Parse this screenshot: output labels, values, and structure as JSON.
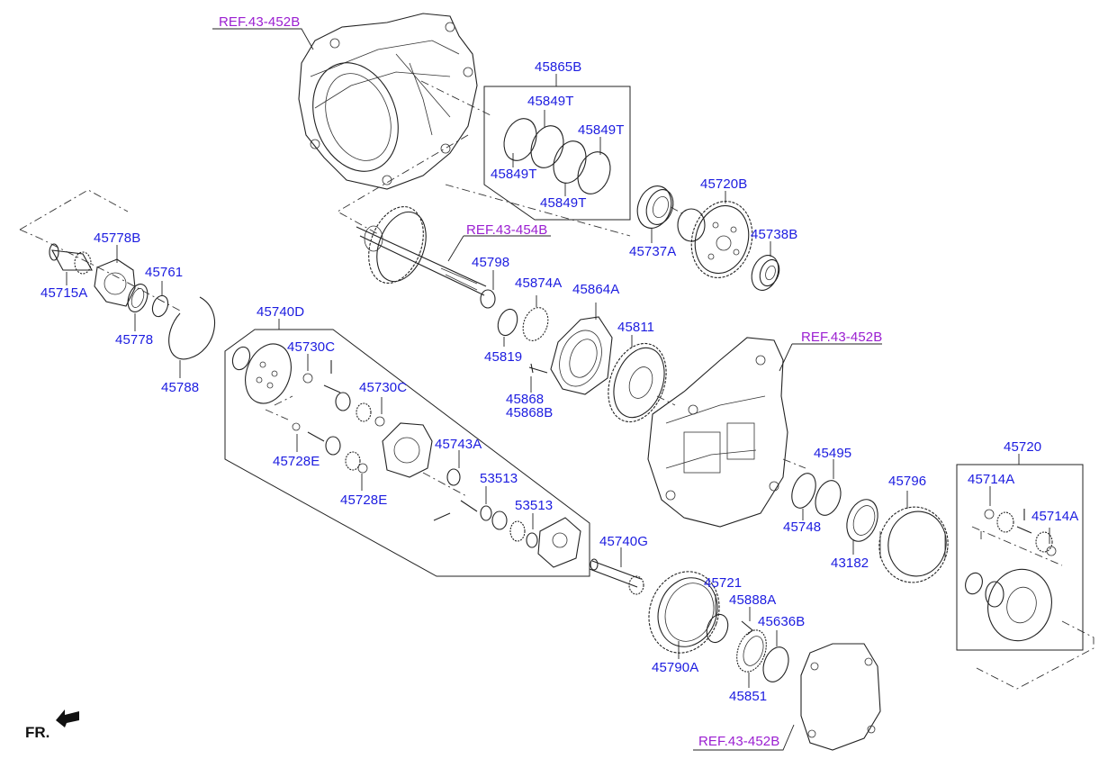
{
  "labels": {
    "ref_top": "REF.43-452B",
    "p45865B": "45865B",
    "p45849T_a": "45849T",
    "p45849T_b": "45849T",
    "p45849T_c": "45849T",
    "p45849T_d": "45849T",
    "p45720B": "45720B",
    "p45737A": "45737A",
    "p45738B": "45738B",
    "ref_454B": "REF.43-454B",
    "p45778B": "45778B",
    "p45761": "45761",
    "p45715A": "45715A",
    "p45778": "45778",
    "p45788": "45788",
    "p45798": "45798",
    "p45874A": "45874A",
    "p45864A": "45864A",
    "p45819": "45819",
    "p45811": "45811",
    "p45868": "45868",
    "p45868B": "45868B",
    "ref_mid": "REF.43-452B",
    "p45740D": "45740D",
    "p45730C_a": "45730C",
    "p45730C_b": "45730C",
    "p45743A": "45743A",
    "p45728E_a": "45728E",
    "p45728E_b": "45728E",
    "p53513_a": "53513",
    "p53513_b": "53513",
    "p45495": "45495",
    "p45748": "45748",
    "p45796": "45796",
    "p43182": "43182",
    "p45720": "45720",
    "p45714A_a": "45714A",
    "p45714A_b": "45714A",
    "p45740G": "45740G",
    "p45721": "45721",
    "p45888A": "45888A",
    "p45636B": "45636B",
    "p45790A": "45790A",
    "p45851": "45851",
    "ref_bottom": "REF.43-452B",
    "fr": "FR."
  },
  "colors": {
    "part_label": "#1c1ce0",
    "reference_label": "#9b1fd1",
    "line": "#222222"
  }
}
